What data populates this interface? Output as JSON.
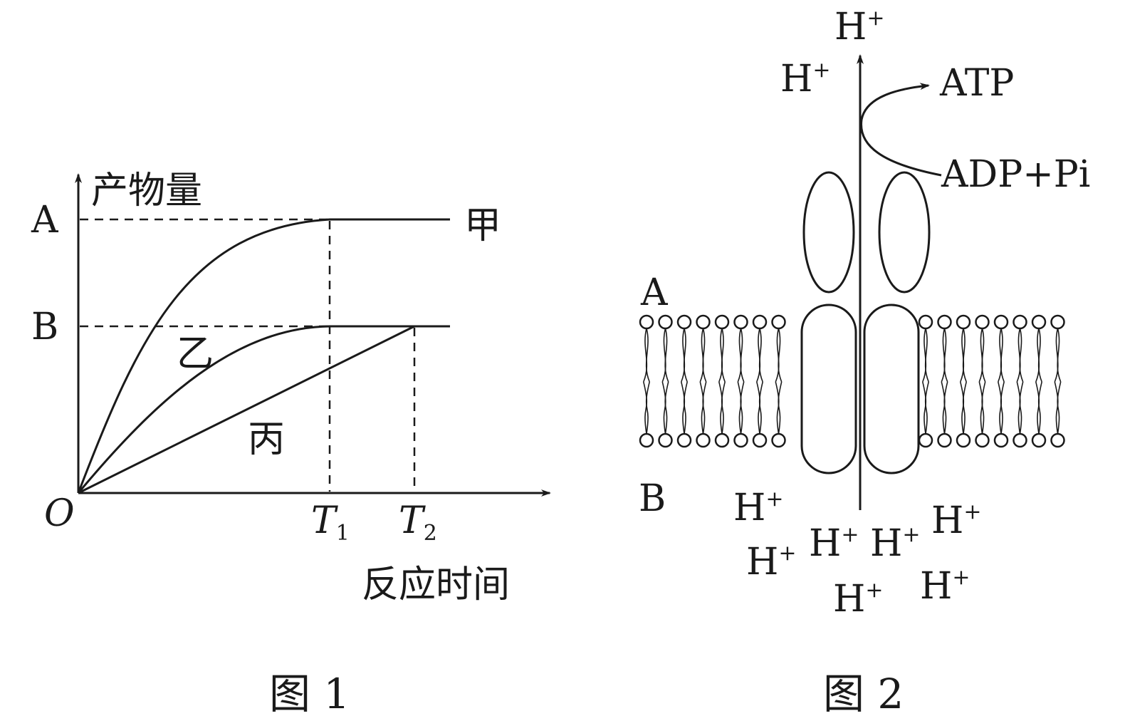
{
  "figure1": {
    "caption": "图 1",
    "y_axis_label": "产物量",
    "x_axis_label": "反应时间",
    "origin_label": "O",
    "y_ticks": [
      "A",
      "B"
    ],
    "x_ticks": [
      {
        "base": "T",
        "sub": "1"
      },
      {
        "base": "T",
        "sub": "2"
      }
    ],
    "curves": [
      "甲",
      "乙",
      "丙"
    ]
  },
  "chart_data": {
    "type": "line",
    "title": "",
    "xlabel": "反应时间",
    "ylabel": "产物量",
    "series": [
      {
        "name": "甲",
        "points": [
          [
            "O",
            "O"
          ],
          [
            "T1",
            "A"
          ]
        ],
        "plateau": "A",
        "shape": "concave curve, saturates at A at T1"
      },
      {
        "name": "乙",
        "points": [
          [
            "O",
            "O"
          ],
          [
            "T1",
            "B"
          ]
        ],
        "plateau": "B",
        "shape": "concave curve, saturates at B at T1"
      },
      {
        "name": "丙",
        "points": [
          [
            "O",
            "O"
          ],
          [
            "T2",
            "B"
          ]
        ],
        "plateau": "B",
        "shape": "straight line, reaches B at T2"
      }
    ],
    "grid": false
  },
  "figure2": {
    "caption": "图 2",
    "side_top": "A",
    "side_bottom": "B",
    "proton_base": "H",
    "proton_sup": "+",
    "atp_label": "ATP",
    "adp_label": "ADP+Pi",
    "protons_top_count": 2,
    "protons_bottom_count": 7
  }
}
